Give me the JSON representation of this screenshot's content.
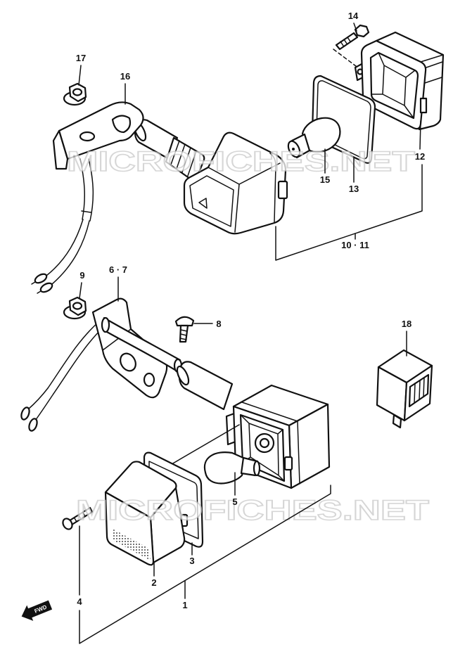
{
  "callouts": {
    "part_14": "14",
    "part_17": "17",
    "part_16": "16",
    "part_12": "12",
    "part_15": "15",
    "part_13": "13",
    "part_10_11": "10 · 11",
    "part_9": "9",
    "part_6_7": "6 · 7",
    "part_8": "8",
    "part_18": "18",
    "part_5": "5",
    "part_3": "3",
    "part_2": "2",
    "part_1": "1",
    "part_4": "4"
  },
  "direction_marker": {
    "label": "FWD",
    "icon": "forward-arrow-icon"
  },
  "watermark": {
    "text": "MICROFICHES.NET"
  },
  "colors": {
    "ink": "#111111",
    "paper": "#ffffff",
    "watermark": "#c9c9c9"
  }
}
